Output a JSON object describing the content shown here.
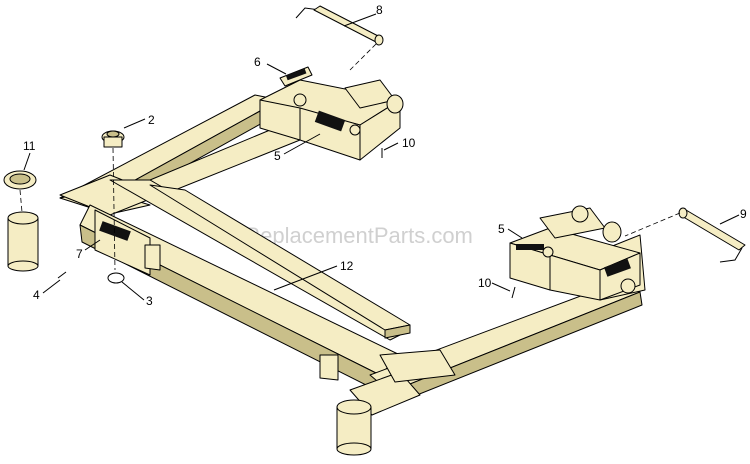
{
  "watermark": "eReplacementParts.com",
  "callouts": [
    {
      "id": "c1",
      "text": "8"
    },
    {
      "id": "c2",
      "text": "6"
    },
    {
      "id": "c3",
      "text": "2"
    },
    {
      "id": "c4",
      "text": "10"
    },
    {
      "id": "c5",
      "text": "5"
    },
    {
      "id": "c6",
      "text": "11"
    },
    {
      "id": "c7",
      "text": "7"
    },
    {
      "id": "c8",
      "text": "12"
    },
    {
      "id": "c9",
      "text": "4"
    },
    {
      "id": "c10",
      "text": "3"
    },
    {
      "id": "c11",
      "text": "5"
    },
    {
      "id": "c12",
      "text": "9"
    },
    {
      "id": "c13",
      "text": "10"
    }
  ]
}
